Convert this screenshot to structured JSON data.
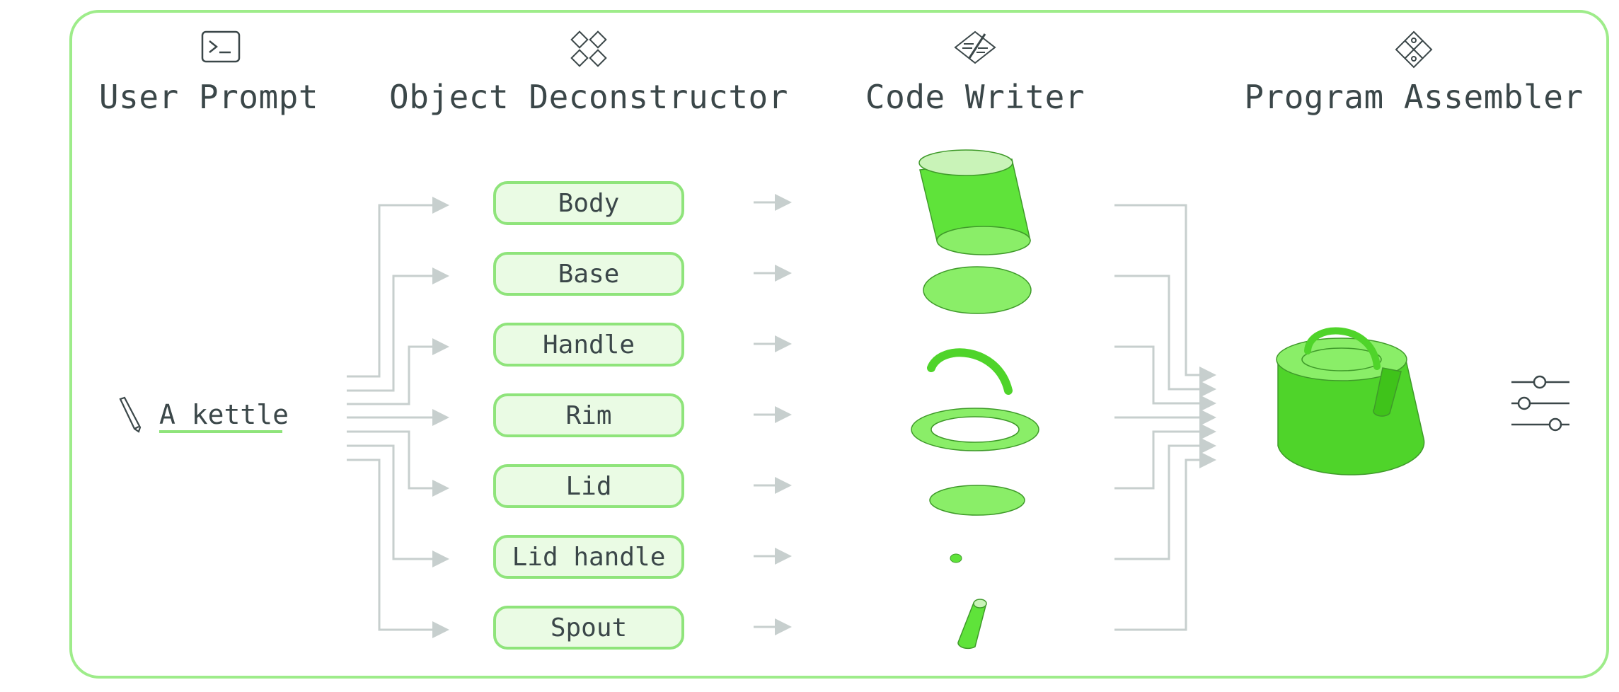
{
  "stages": [
    {
      "title": "User Prompt",
      "icon": "terminal-icon"
    },
    {
      "title": "Object Deconstructor",
      "icon": "puzzle-icon"
    },
    {
      "title": "Code Writer",
      "icon": "code-pencil-icon"
    },
    {
      "title": "Program Assembler",
      "icon": "puzzle-assembled-icon"
    }
  ],
  "prompt": {
    "text": "A kettle",
    "icon": "pencil-icon"
  },
  "parts": [
    "Body",
    "Base",
    "Handle",
    "Rim",
    "Lid",
    "Lid handle",
    "Spout"
  ],
  "output_icon": "sliders-icon",
  "colors": {
    "accent": "#9eec8a",
    "pill_fill": "#eafbe4",
    "connector": "#c7cfce",
    "shape_green": "#5fe33a",
    "text": "#3b4749"
  }
}
